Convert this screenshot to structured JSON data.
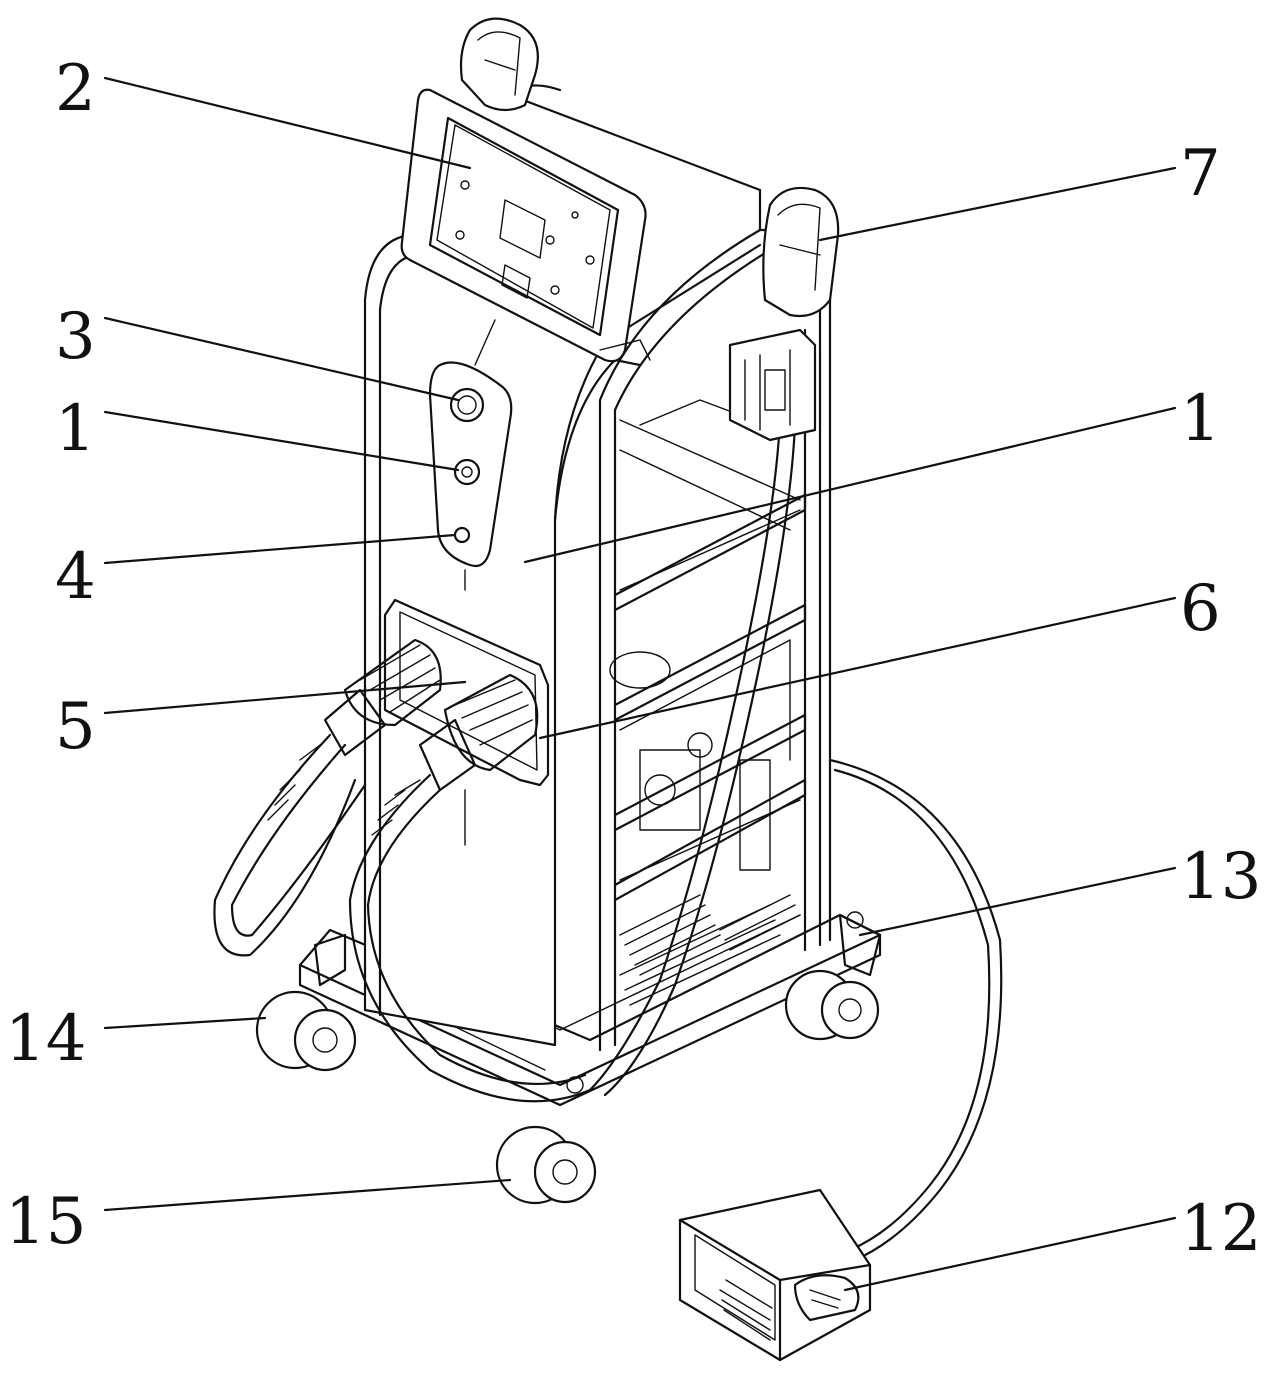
{
  "callouts": [
    {
      "id": "2",
      "label": "2"
    },
    {
      "id": "7",
      "label": "7"
    },
    {
      "id": "3",
      "label": "3"
    },
    {
      "id": "1a",
      "label": "1"
    },
    {
      "id": "1b",
      "label": "1"
    },
    {
      "id": "4",
      "label": "4"
    },
    {
      "id": "6",
      "label": "6"
    },
    {
      "id": "5",
      "label": "5"
    },
    {
      "id": "13",
      "label": "13"
    },
    {
      "id": "14",
      "label": "14"
    },
    {
      "id": "15",
      "label": "15"
    },
    {
      "id": "12",
      "label": "12"
    }
  ],
  "colors": {
    "ink": "#111111",
    "paper": "#ffffff"
  }
}
